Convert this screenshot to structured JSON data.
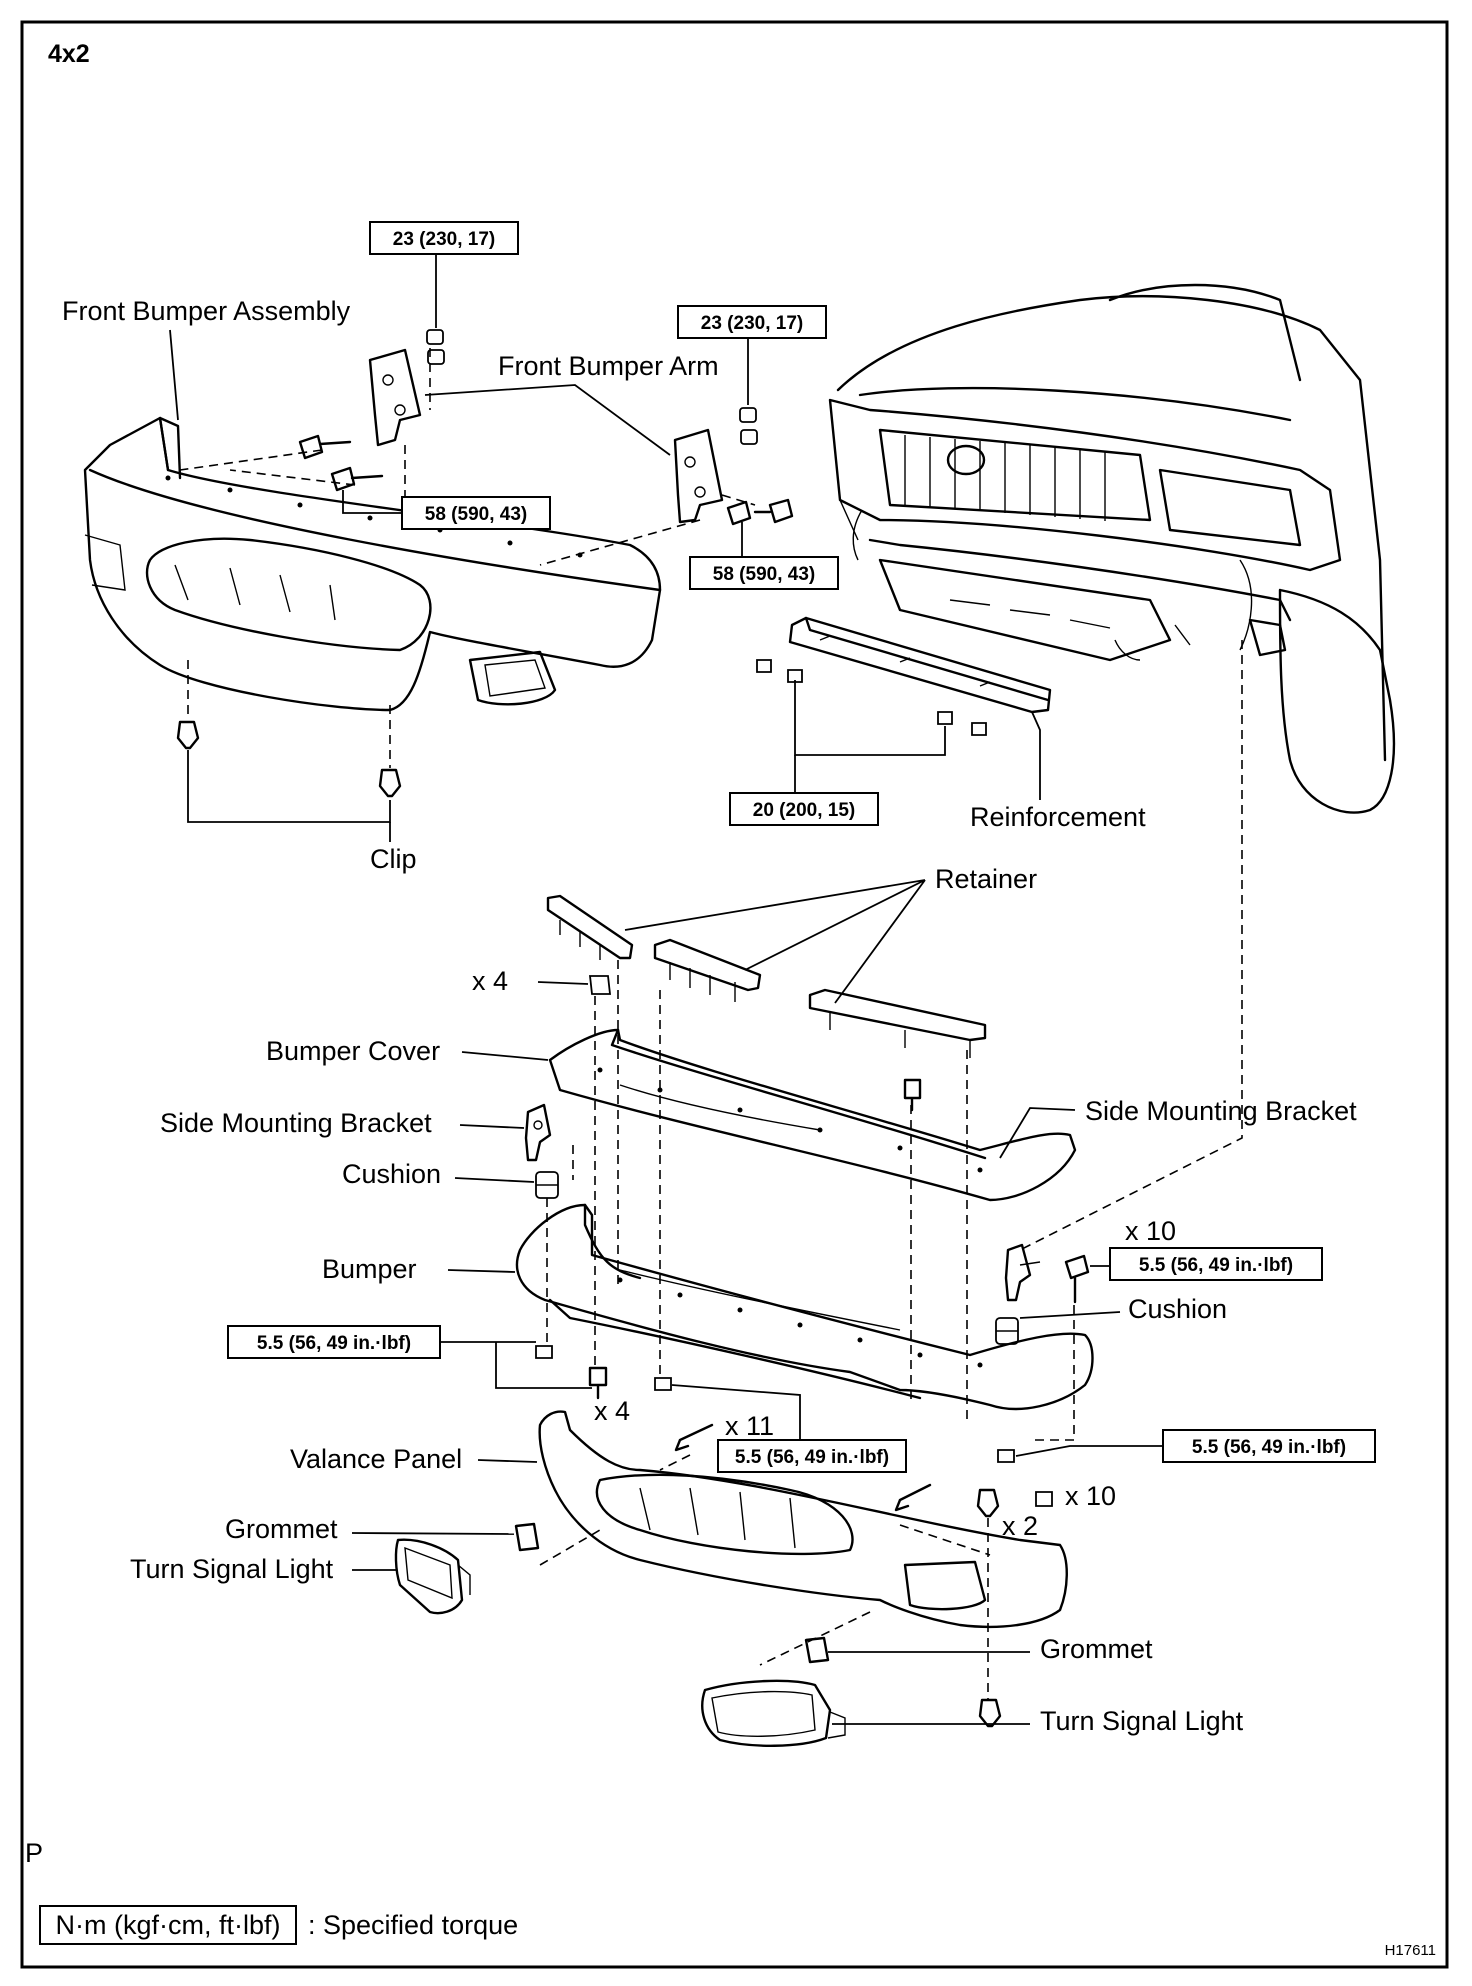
{
  "header": {
    "variant": "4x2"
  },
  "footer": {
    "legend_box": "N·m (kgf·cm, ft·lbf)",
    "legend_text": ": Specified torque",
    "figure_id": "H17611",
    "margin_mark": "P"
  },
  "labels": {
    "front_bumper_assembly": "Front Bumper Assembly",
    "front_bumper_arm": "Front Bumper Arm",
    "clip": "Clip",
    "reinforcement": "Reinforcement",
    "retainer": "Retainer",
    "x4_top": "x 4",
    "bumper_cover": "Bumper Cover",
    "side_mounting_bracket_left": "Side Mounting Bracket",
    "side_mounting_bracket_right": "Side Mounting Bracket",
    "cushion_left": "Cushion",
    "cushion_right": "Cushion",
    "x10_top": "x 10",
    "bumper": "Bumper",
    "x4_bottom": "x 4",
    "x11": "x 11",
    "valance_panel": "Valance Panel",
    "x10_bottom": "x 10",
    "x2": "x 2",
    "grommet_left": "Grommet",
    "turn_signal_light_left": "Turn Signal Light",
    "grommet_right": "Grommet",
    "turn_signal_light_right": "Turn Signal Light"
  },
  "torques": {
    "t1": "23 (230, 17)",
    "t2": "23 (230, 17)",
    "t3": "58 (590, 43)",
    "t4": "58 (590, 43)",
    "t5": "20 (200, 15)",
    "t6": "5.5 (56, 49 in.·lbf)",
    "t7": "5.5 (56, 49 in.·lbf)",
    "t8": "5.5 (56, 49 in.·lbf)",
    "t9": "5.5 (56, 49 in.·lbf)"
  }
}
